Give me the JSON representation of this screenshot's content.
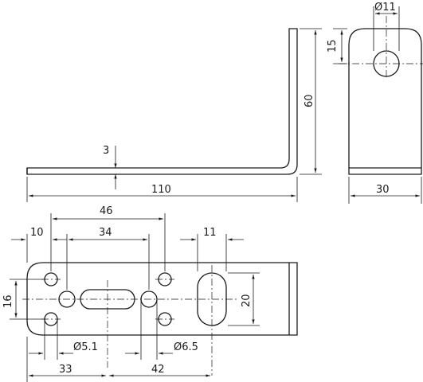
{
  "drawing": {
    "side_view": {
      "thickness": "3",
      "length": "110",
      "height": "60"
    },
    "end_view": {
      "hole_diameter": "Ø11",
      "hole_offset": "15",
      "width": "30"
    },
    "plan_view": {
      "edge_offset": "10",
      "outer_spacing": "46",
      "inner_spacing": "34",
      "slot_width": "11",
      "edge_height": "16",
      "slot_length": "20",
      "small_hole_diameter": "Ø5.1",
      "large_hole_diameter": "Ø6.5",
      "bottom_left": "33",
      "bottom_right": "42"
    }
  }
}
